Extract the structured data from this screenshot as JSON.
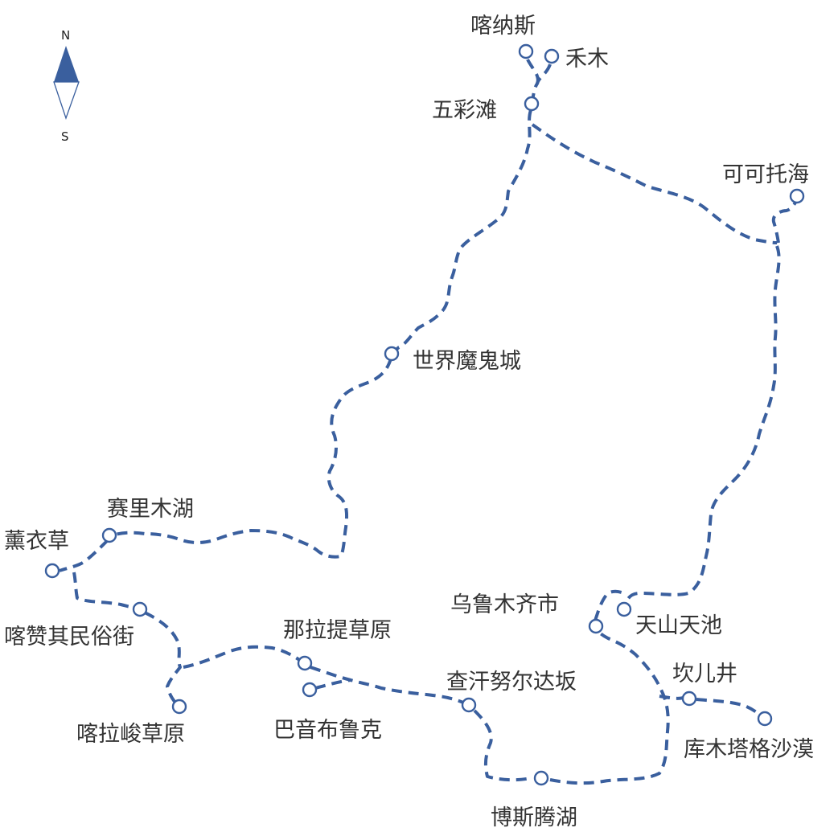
{
  "compass": {
    "north_label": "N",
    "south_label": "S"
  },
  "places": {
    "kanas": "喀纳斯",
    "hemu": "禾木",
    "wucaitan": "五彩滩",
    "keketuohai": "可可托海",
    "ghost_city": "世界魔鬼城",
    "sayram_lake": "赛里木湖",
    "lavender": "薰衣草",
    "kazanqi": "喀赞其民俗街",
    "kalajun": "喀拉峻草原",
    "nalati": "那拉提草原",
    "bayinbuluke": "巴音布鲁克",
    "chahannur": "查汗努尔达坂",
    "bosten_lake": "博斯腾湖",
    "urumqi": "乌鲁木齐市",
    "tianchi": "天山天池",
    "karez": "坎儿井",
    "kumtag": "库木塔格沙漠"
  },
  "colors": {
    "route": "#3a5f9e",
    "text": "#333333",
    "background": "#ffffff"
  }
}
